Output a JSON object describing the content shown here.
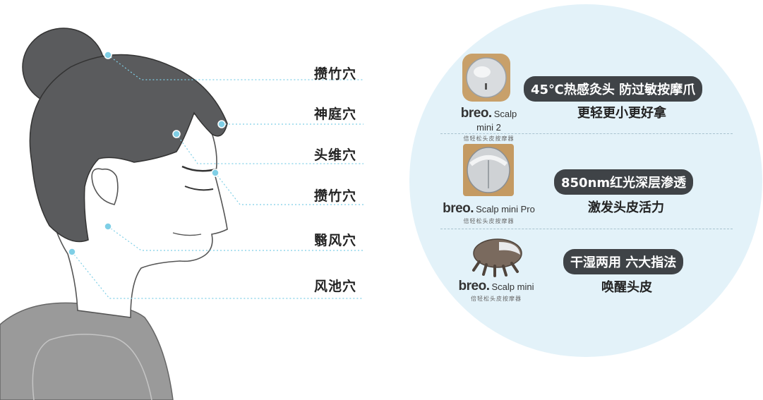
{
  "points": [
    "攒竹穴",
    "神庭穴",
    "头维穴",
    "攒竹穴",
    "翳风穴",
    "风池穴"
  ],
  "products": [
    {
      "brand": "breo.",
      "model": "Scalp mini 2",
      "sub": "倍轻松头皮按摩器",
      "feature": "45℃热感灸头 防过敏按摩爪",
      "tagline": "更轻更小更好拿"
    },
    {
      "brand": "breo.",
      "model": "Scalp mini Pro",
      "sub": "倍轻松头皮按摩器",
      "feature": "850nm红光深层渗透",
      "tagline": "激发头皮活力"
    },
    {
      "brand": "breo.",
      "model": "Scalp mini",
      "sub": "倍轻松头皮按摩器",
      "feature": "干湿两用 六大指法",
      "tagline": "唤醒头皮"
    }
  ],
  "colors": {
    "circle": "#e3f2f9",
    "pill": "#3f4347",
    "hair": "#5a5b5d",
    "shirt": "#9a9a9a",
    "dot": "#7fcfe6"
  }
}
